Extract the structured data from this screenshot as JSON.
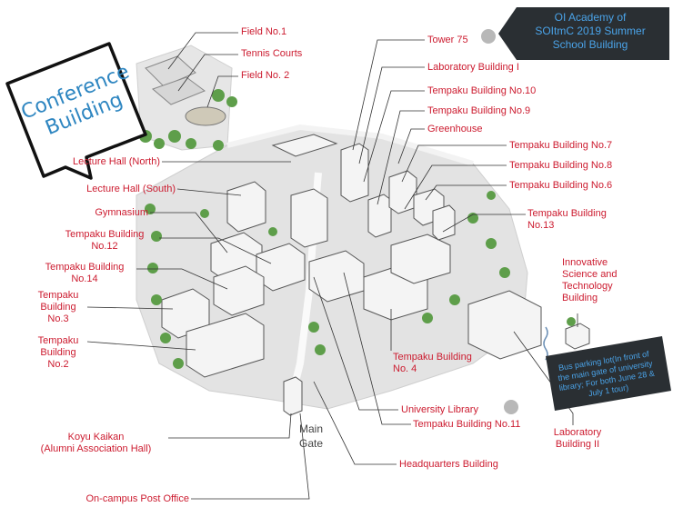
{
  "colors": {
    "label_red": "#cc1b2f",
    "leader_line": "#333333",
    "building_fill": "#f4f4f4",
    "building_stroke": "#555555",
    "ground": "#e3e3e3",
    "tree": "#5e9e4a",
    "callout_dark": "#2a2f33",
    "callout_text": "#4aa3e8",
    "marker_grey": "#b8b8b8"
  },
  "callouts": {
    "summer_school": {
      "line1": "OI Academy of",
      "line2": "SOItmC 2019 Summer",
      "line3": "School Building"
    },
    "bus_parking": {
      "line1": "Bus parking lot(In front of",
      "line2": "the main gate of university",
      "line3": "library; For both June 28 &",
      "line4": "July 1 tour)"
    },
    "conference": {
      "line1": "Conference",
      "line2": "Building"
    }
  },
  "labels": {
    "field1": "Field No.1",
    "tennis": "Tennis Courts",
    "field2": "Field No. 2",
    "lecture_north": "Lecture Hall (North)",
    "lecture_south": "Lecture Hall (South)",
    "gymnasium": "Gymnasium",
    "tempaku12_a": "Tempaku Building",
    "tempaku12_b": "No.12",
    "tempaku14_a": "Tempaku Building",
    "tempaku14_b": "No.14",
    "tempaku3_a": "Tempaku",
    "tempaku3_b": "Building",
    "tempaku3_c": "No.3",
    "tempaku2_a": "Tempaku",
    "tempaku2_b": "Building",
    "tempaku2_c": "No.2",
    "koyu_a": "Koyu Kaikan",
    "koyu_b": "(Alumni Association Hall)",
    "post_office": "On-campus Post Office",
    "tower75": "Tower 75",
    "lab1": "Laboratory Building I",
    "tempaku10": "Tempaku Building No.10",
    "tempaku9": "Tempaku Building No.9",
    "greenhouse": "Greenhouse",
    "tempaku7": "Tempaku Building No.7",
    "tempaku8": "Tempaku Building No.8",
    "tempaku6": "Tempaku Building No.6",
    "tempaku13_a": "Tempaku Building",
    "tempaku13_b": "No.13",
    "innovative_a": "Innovative",
    "innovative_b": "Science and",
    "innovative_c": "Technology",
    "innovative_d": "Building",
    "tempaku4_a": "Tempaku Building",
    "tempaku4_b": "No. 4",
    "library": "University Library",
    "tempaku11": "Tempaku Building No.11",
    "lab2_a": "Laboratory",
    "lab2_b": "Building II",
    "headquarters": "Headquarters Building",
    "main_gate_a": "Main",
    "main_gate_b": "Gate"
  }
}
